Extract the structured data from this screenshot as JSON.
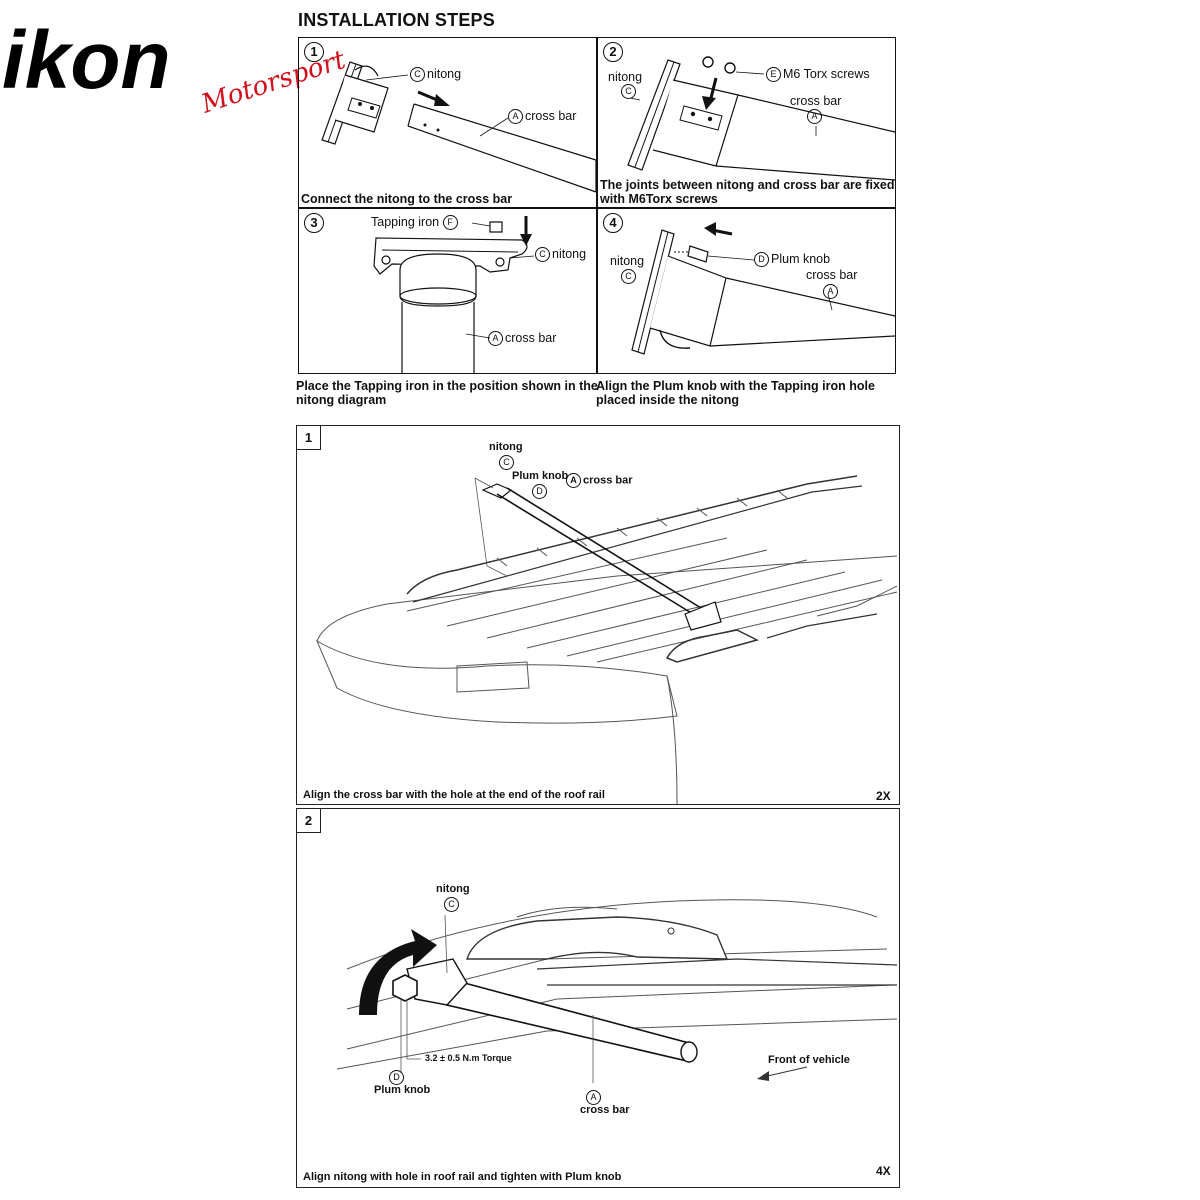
{
  "logo": {
    "brand": "ikon",
    "script": "Motorsports"
  },
  "title": "INSTALLATION STEPS",
  "steps": [
    {
      "num": "1",
      "caption": "Connect the nitong to the cross bar",
      "labels": {
        "c": "C",
        "c_text": "nitong",
        "a": "A",
        "a_text": "cross bar"
      }
    },
    {
      "num": "2",
      "caption_l1": "The joints between nitong and cross bar are fixed",
      "caption_l2": "with M6Torx screws",
      "labels": {
        "nitong": "nitong",
        "c": "C",
        "e": "E",
        "e_text": "M6 Torx screws",
        "a_text": "cross bar",
        "a": "A"
      }
    },
    {
      "num": "3",
      "caption_l1": "Place the Tapping iron in the position shown in the",
      "caption_l2": "nitong diagram",
      "labels": {
        "f_text": "Tapping iron",
        "f": "F",
        "c": "C",
        "c_text": "nitong",
        "a": "A",
        "a_text": "cross bar"
      }
    },
    {
      "num": "4",
      "caption_l1": "Align the Plum knob with the Tapping iron hole",
      "caption_l2": "placed inside the nitong",
      "labels": {
        "nitong": "nitong",
        "c": "C",
        "d": "D",
        "d_text": "Plum knob",
        "a_text": "cross bar",
        "a": "A"
      }
    }
  ],
  "panel1": {
    "num": "1",
    "caption": "Align the cross bar with the hole at the end of the roof rail",
    "qty": "2X",
    "labels": {
      "nitong": "nitong",
      "c": "C",
      "plum": "Plum knob",
      "d": "D",
      "a": "A",
      "a_text": "cross bar"
    }
  },
  "panel2": {
    "num": "2",
    "caption": "Align nitong with hole in roof rail and tighten with Plum knob",
    "qty": "4X",
    "labels": {
      "nitong": "nitong",
      "c": "C",
      "torque": "3.2 ± 0.5 N.m Torque",
      "d": "D",
      "plum": "Plum knob",
      "a": "A",
      "a_text": "cross bar",
      "front": "Front of vehicle"
    }
  }
}
